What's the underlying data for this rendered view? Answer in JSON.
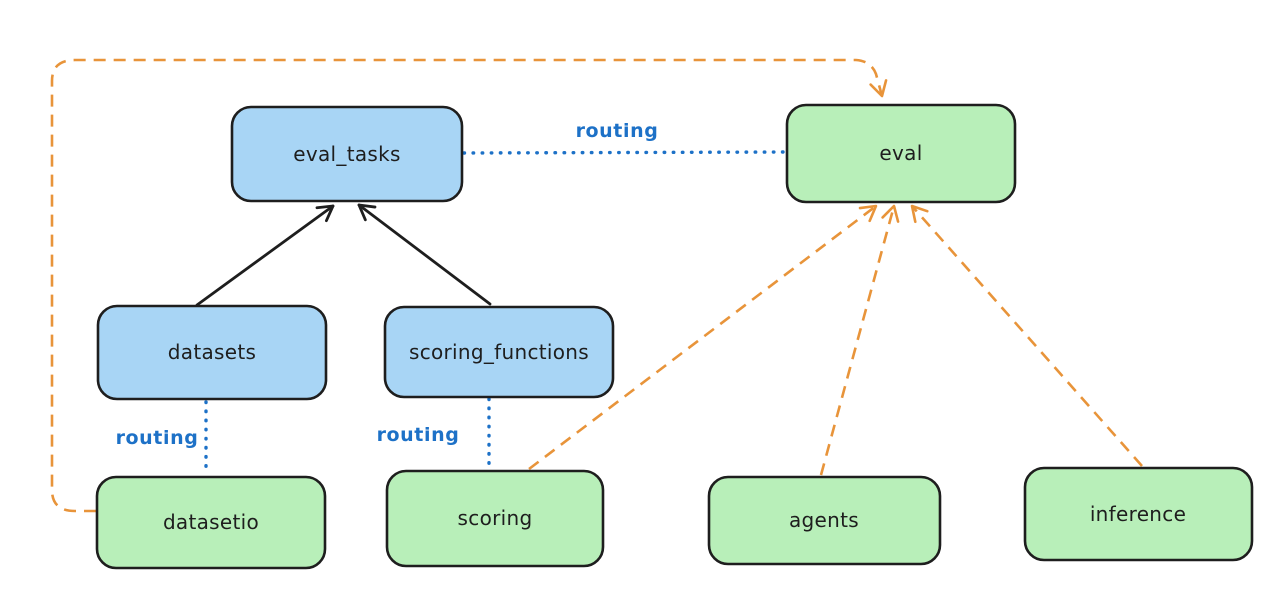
{
  "diagram": {
    "routing_label": "routing",
    "colors": {
      "blue_fill": "#a8d5f5",
      "green_fill": "#b8efb9",
      "stroke": "#1e1e1e",
      "orange": "#e8943a",
      "blue": "#1d71c7",
      "background": "#ffffff"
    },
    "nodes": [
      {
        "id": "eval_tasks",
        "label": "eval_tasks",
        "color": "blue"
      },
      {
        "id": "eval",
        "label": "eval",
        "color": "green"
      },
      {
        "id": "datasets",
        "label": "datasets",
        "color": "blue"
      },
      {
        "id": "scoring_functions",
        "label": "scoring_functions",
        "color": "blue"
      },
      {
        "id": "datasetio",
        "label": "datasetio",
        "color": "green"
      },
      {
        "id": "scoring",
        "label": "scoring",
        "color": "green"
      },
      {
        "id": "agents",
        "label": "agents",
        "color": "green"
      },
      {
        "id": "inference",
        "label": "inference",
        "color": "green"
      }
    ],
    "edges": [
      {
        "from": "datasets",
        "to": "eval_tasks",
        "type": "solid_arrow"
      },
      {
        "from": "scoring_functions",
        "to": "eval_tasks",
        "type": "solid_arrow"
      },
      {
        "from": "eval_tasks",
        "to": "eval",
        "type": "dotted_link",
        "label": "routing"
      },
      {
        "from": "datasets",
        "to": "datasetio",
        "type": "dotted_link",
        "label": "routing"
      },
      {
        "from": "scoring_functions",
        "to": "scoring",
        "type": "dotted_link",
        "label": "routing"
      },
      {
        "from": "datasetio",
        "to": "eval",
        "type": "dashed_arrow"
      },
      {
        "from": "scoring",
        "to": "eval",
        "type": "dashed_arrow"
      },
      {
        "from": "agents",
        "to": "eval",
        "type": "dashed_arrow"
      },
      {
        "from": "inference",
        "to": "eval",
        "type": "dashed_arrow"
      }
    ]
  }
}
